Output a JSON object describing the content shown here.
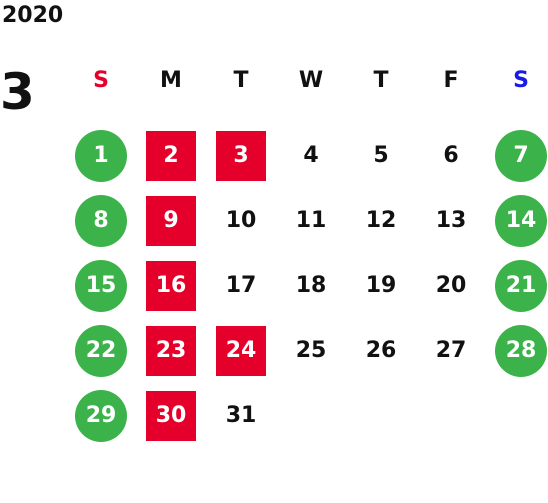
{
  "calendar": {
    "year": "2020",
    "month": "3",
    "weekdays": [
      {
        "label": "S",
        "color": "#e4002b"
      },
      {
        "label": "M",
        "color": "#111111"
      },
      {
        "label": "T",
        "color": "#111111"
      },
      {
        "label": "W",
        "color": "#111111"
      },
      {
        "label": "T",
        "color": "#111111"
      },
      {
        "label": "F",
        "color": "#111111"
      },
      {
        "label": "S",
        "color": "#1a1ae6"
      }
    ],
    "days": [
      {
        "label": "1",
        "style": "green"
      },
      {
        "label": "2",
        "style": "red"
      },
      {
        "label": "3",
        "style": "red"
      },
      {
        "label": "4",
        "style": "plain"
      },
      {
        "label": "5",
        "style": "plain"
      },
      {
        "label": "6",
        "style": "plain"
      },
      {
        "label": "7",
        "style": "green"
      },
      {
        "label": "8",
        "style": "green"
      },
      {
        "label": "9",
        "style": "red"
      },
      {
        "label": "10",
        "style": "plain"
      },
      {
        "label": "11",
        "style": "plain"
      },
      {
        "label": "12",
        "style": "plain"
      },
      {
        "label": "13",
        "style": "plain"
      },
      {
        "label": "14",
        "style": "green"
      },
      {
        "label": "15",
        "style": "green"
      },
      {
        "label": "16",
        "style": "red"
      },
      {
        "label": "17",
        "style": "plain"
      },
      {
        "label": "18",
        "style": "plain"
      },
      {
        "label": "19",
        "style": "plain"
      },
      {
        "label": "20",
        "style": "plain"
      },
      {
        "label": "21",
        "style": "green"
      },
      {
        "label": "22",
        "style": "green"
      },
      {
        "label": "23",
        "style": "red"
      },
      {
        "label": "24",
        "style": "red"
      },
      {
        "label": "25",
        "style": "plain"
      },
      {
        "label": "26",
        "style": "plain"
      },
      {
        "label": "27",
        "style": "plain"
      },
      {
        "label": "28",
        "style": "green"
      },
      {
        "label": "29",
        "style": "green"
      },
      {
        "label": "30",
        "style": "red"
      },
      {
        "label": "31",
        "style": "plain"
      }
    ],
    "colors": {
      "holiday_green": "#3bb34a",
      "highlight_red": "#e4002b",
      "sunday_header": "#e4002b",
      "saturday_header": "#1a1ae6"
    }
  }
}
